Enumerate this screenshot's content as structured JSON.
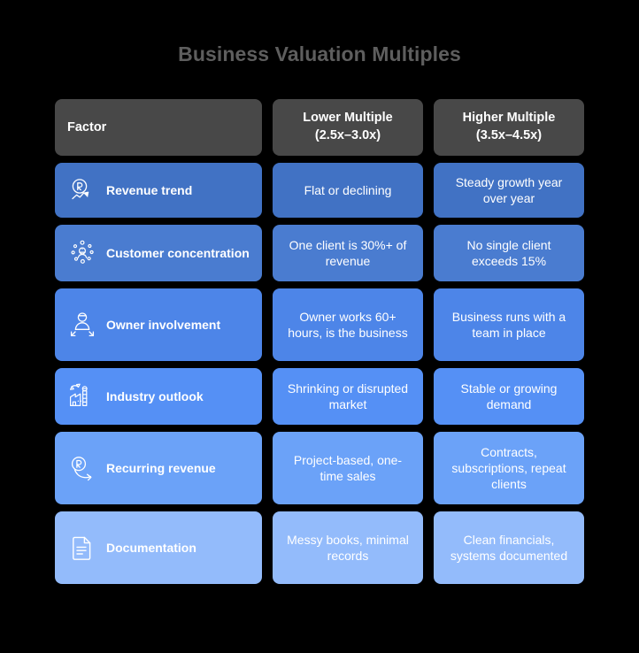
{
  "title": "Business Valuation Multiples",
  "colors": {
    "background": "#000000",
    "title_text": "#5e5e5e",
    "header_cell": "#484848",
    "row_blues": [
      "#4172c4",
      "#4a7cd0",
      "#4d85e8",
      "#5590f5",
      "#6ba2f8",
      "#93bbfb"
    ],
    "cell_text": "#ffffff"
  },
  "header": {
    "factor": "Factor",
    "lower": "Lower Multiple\n(2.5x–3.0x)",
    "lower_line1": "Lower Multiple",
    "lower_line2": "(2.5x–3.0x)",
    "higher": "Higher Multiple\n(3.5x–4.5x)",
    "higher_line1": "Higher Multiple",
    "higher_line2": "(3.5x–4.5x)"
  },
  "rows": [
    {
      "icon": "revenue-trend-icon",
      "factor": "Revenue trend",
      "lower": "Flat or declining",
      "higher": "Steady growth year over year"
    },
    {
      "icon": "customer-cluster-icon",
      "factor": "Customer concentration",
      "lower": "One client is 30%+ of revenue",
      "higher": "No single client exceeds 15%"
    },
    {
      "icon": "owner-person-icon",
      "factor": "Owner involvement",
      "lower": "Owner works 60+ hours, is the business",
      "higher": "Business runs with a team in place"
    },
    {
      "icon": "factory-icon",
      "factor": "Industry outlook",
      "lower": "Shrinking or disrupted market",
      "higher": "Stable or growing demand"
    },
    {
      "icon": "recurring-revenue-icon",
      "factor": "Recurring revenue",
      "lower": "Project-based, one-time sales",
      "higher": "Contracts, subscriptions, repeat clients"
    },
    {
      "icon": "document-icon",
      "factor": "Documentation",
      "lower": "Messy books, minimal records",
      "higher": "Clean financials, systems documented"
    }
  ]
}
